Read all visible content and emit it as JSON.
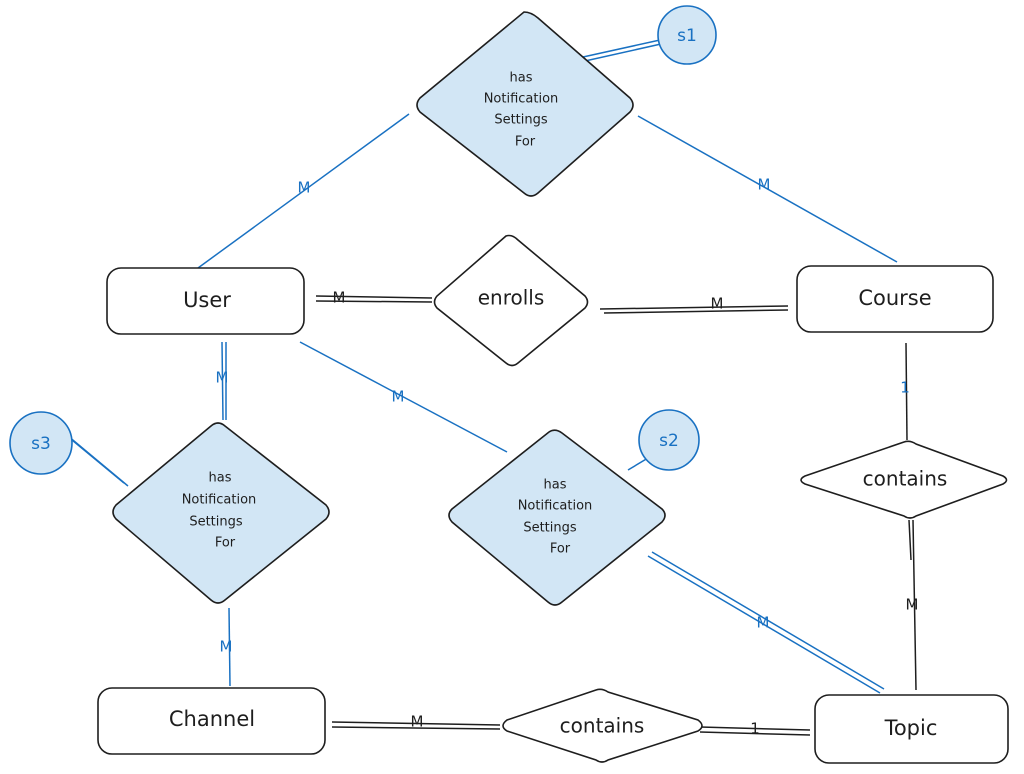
{
  "entities": {
    "user": "User",
    "course": "Course",
    "channel": "Channel",
    "topic": "Topic"
  },
  "relationships": {
    "enrolls": "enrolls",
    "course_contains": "contains",
    "channel_contains": "contains",
    "s1": [
      "has",
      "Notification",
      "Settings",
      "For"
    ],
    "s2": [
      "has",
      "Notification",
      "Settings",
      "For"
    ],
    "s3": [
      "has",
      "Notification",
      "Settings",
      "For"
    ]
  },
  "markers": {
    "s1": "s1",
    "s2": "s2",
    "s3": "s3"
  },
  "cardinalities": {
    "user_s1": "M",
    "course_s1": "M",
    "user_enrolls": "M",
    "course_enrolls": "M",
    "course_contains": "1",
    "topic_course_contains": "M",
    "user_s2": "M",
    "topic_s2": "M",
    "user_s3": "M",
    "channel_s3": "M",
    "channel_contains": "M",
    "topic_channel_contains": "1"
  },
  "colors": {
    "accent_blue": "#1971c2",
    "hatch_fill": "#d2e6f5",
    "stroke": "#1e1e1e"
  }
}
